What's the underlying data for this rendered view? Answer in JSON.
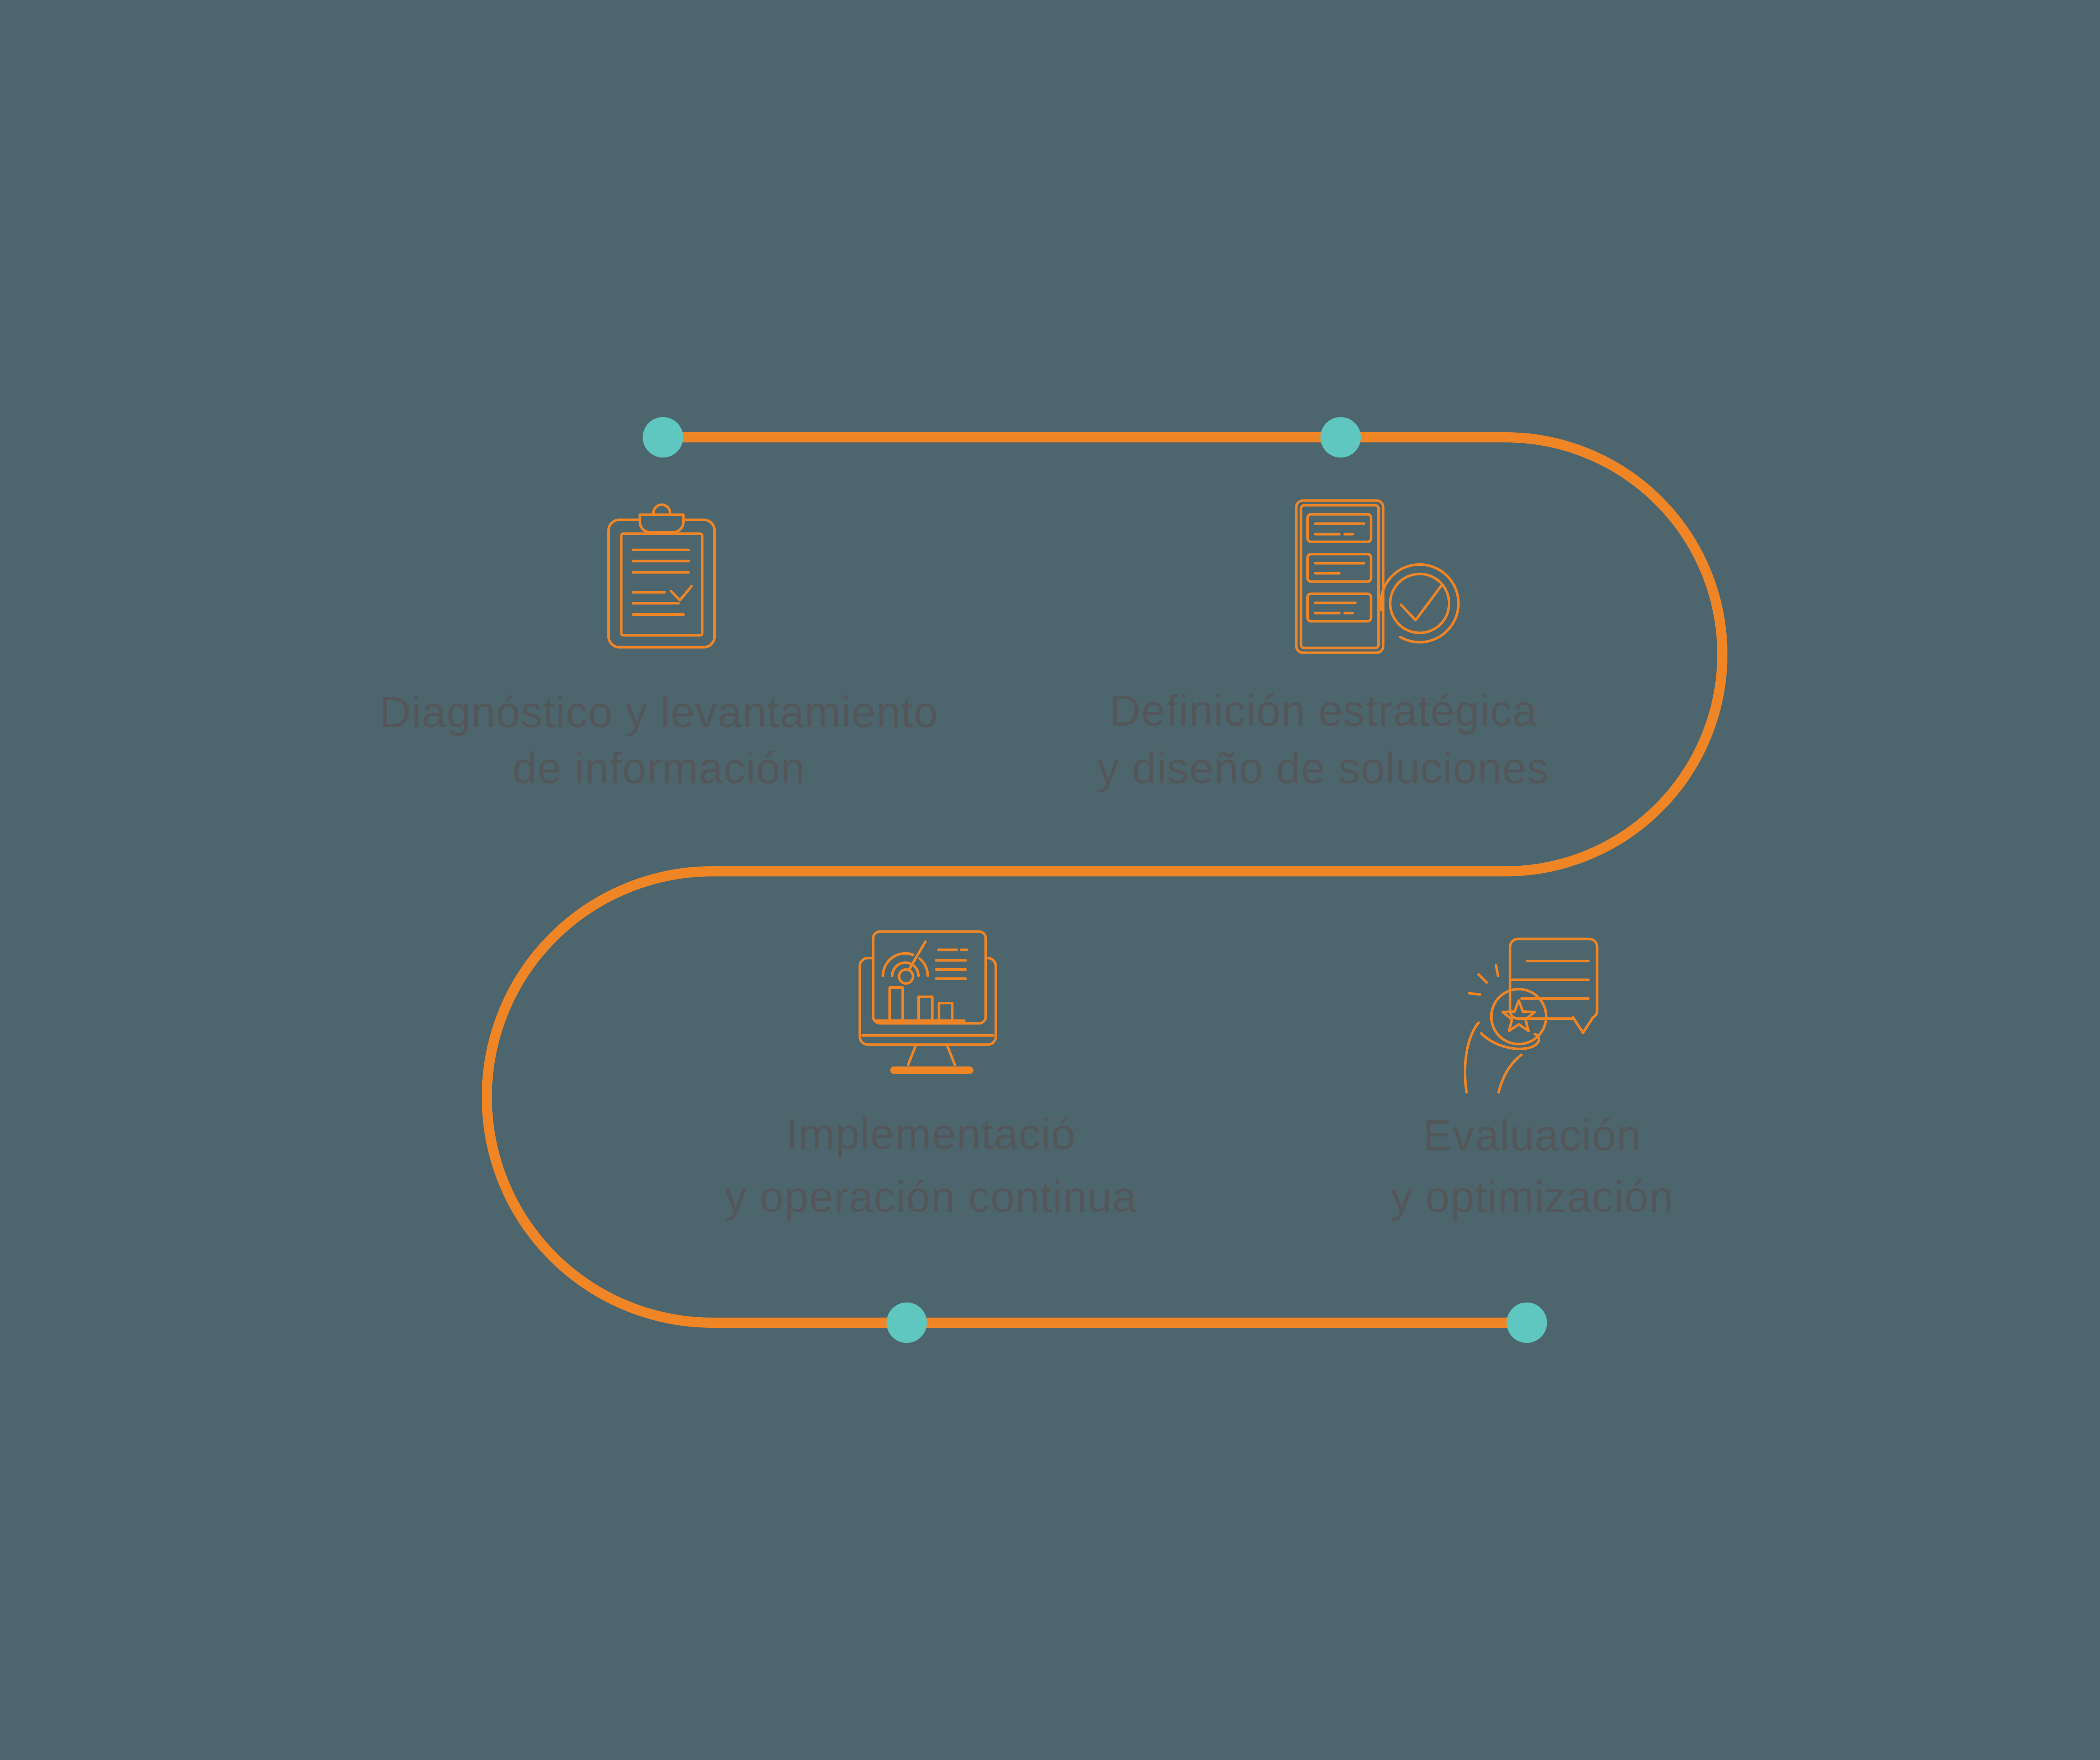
{
  "diagram": {
    "title": "Process flow with four steps",
    "colors": {
      "background": "#4D666E",
      "flow_line": "#F08526",
      "node_dot": "#5FC6C0",
      "label_text": "#54575A"
    },
    "steps": [
      {
        "icon": "clipboard-checklist-icon",
        "line1": "Diagnóstico y levantamiento",
        "line2": "de información"
      },
      {
        "icon": "document-list-check-icon",
        "line1": "Definición estratégica",
        "line2": "y diseño de soluciones"
      },
      {
        "icon": "dashboard-monitor-icon",
        "line1": "Implementació",
        "line2": "y operación continua"
      },
      {
        "icon": "hand-star-feedback-icon",
        "line1": "Evaluación",
        "line2": "y optimización"
      }
    ]
  }
}
